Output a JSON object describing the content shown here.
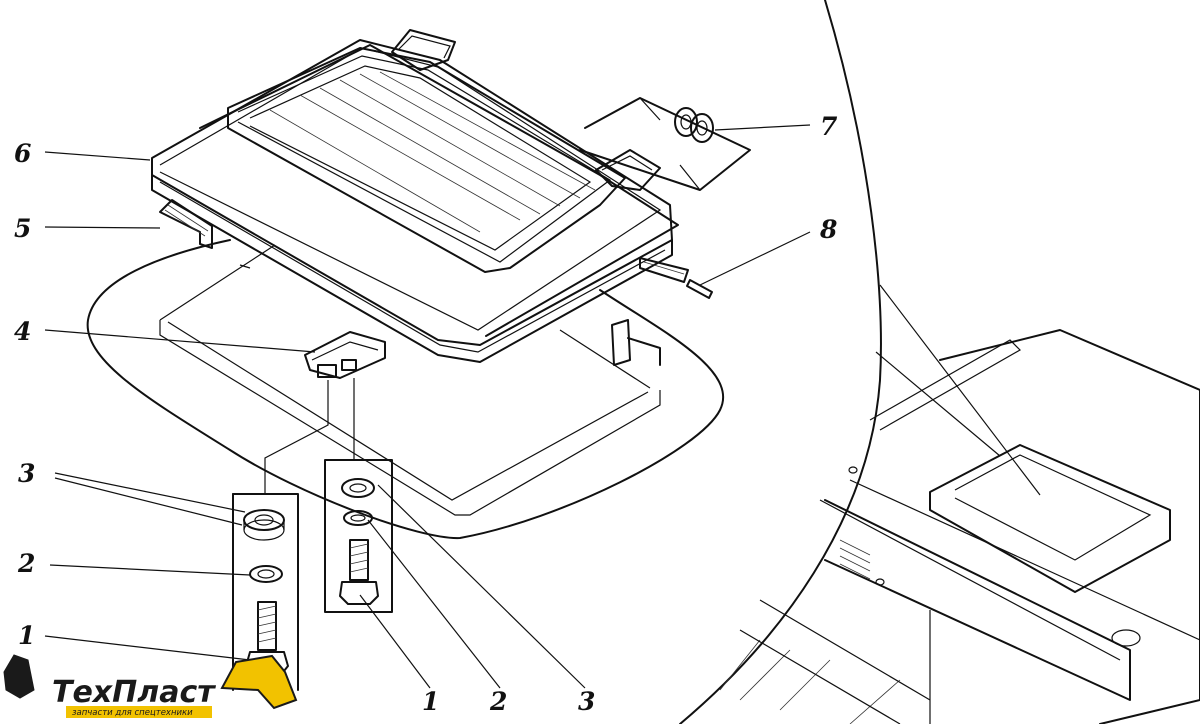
{
  "callouts": {
    "c1_left": "1",
    "c2_left": "2",
    "c3_left": "3",
    "c4": "4",
    "c5": "5",
    "c6": "6",
    "c7": "7",
    "c8": "8",
    "c1_bottom": "1",
    "c2_bottom": "2",
    "c3_bottom": "3"
  },
  "logo": {
    "brand": "ТехПласт",
    "tagline": "запчасти для спецтехники",
    "accent_color": "#f2c200",
    "icon": "excavator-icon"
  }
}
